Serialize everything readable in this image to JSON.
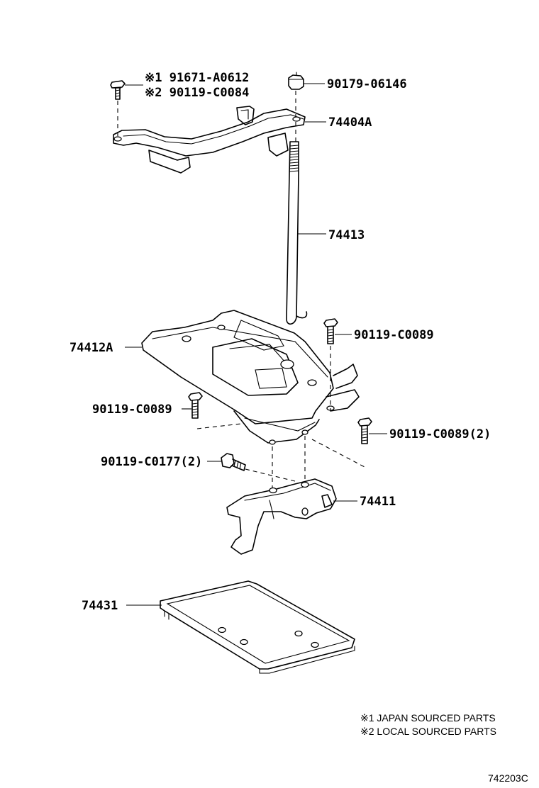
{
  "labels": {
    "p_91671_a0612": "※1 91671-A0612",
    "p_90119_c0084": "※2 90119-C0084",
    "p_90179_06146": "90179-06146",
    "p_74404a": "74404A",
    "p_74413": "74413",
    "p_90119_c0089_right": "90119-C0089",
    "p_74412a": "74412A",
    "p_90119_c0089_left": "90119-C0089",
    "p_90119_c0089_2": "90119-C0089(2)",
    "p_90119_c0177_2": "90119-C0177(2)",
    "p_74411": "74411",
    "p_74431": "74431"
  },
  "notes": {
    "note1": "※1 JAPAN SOURCED PARTS",
    "note2": "※2 LOCAL SOURCED PARTS"
  },
  "diagram_code": "742203C"
}
